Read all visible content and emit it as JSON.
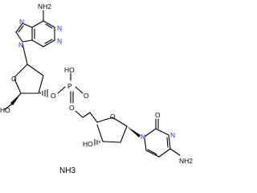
{
  "molecule": {
    "labels": {
      "nh2_adenine": "NH2",
      "n1": "N",
      "n3": "N",
      "n7": "N",
      "n9": "N",
      "ho_top": "HO",
      "o_sugar1": "O",
      "o_link1": "O",
      "p": "P",
      "o_eq": "O",
      "o_link2": "O",
      "o_sugar2": "O",
      "ho_bottom": "HO",
      "n_cyt1": "N",
      "n_cyt3": "N",
      "o_cyt": "O",
      "nh2_cytosine": "NH2"
    },
    "salt": "NH3"
  }
}
